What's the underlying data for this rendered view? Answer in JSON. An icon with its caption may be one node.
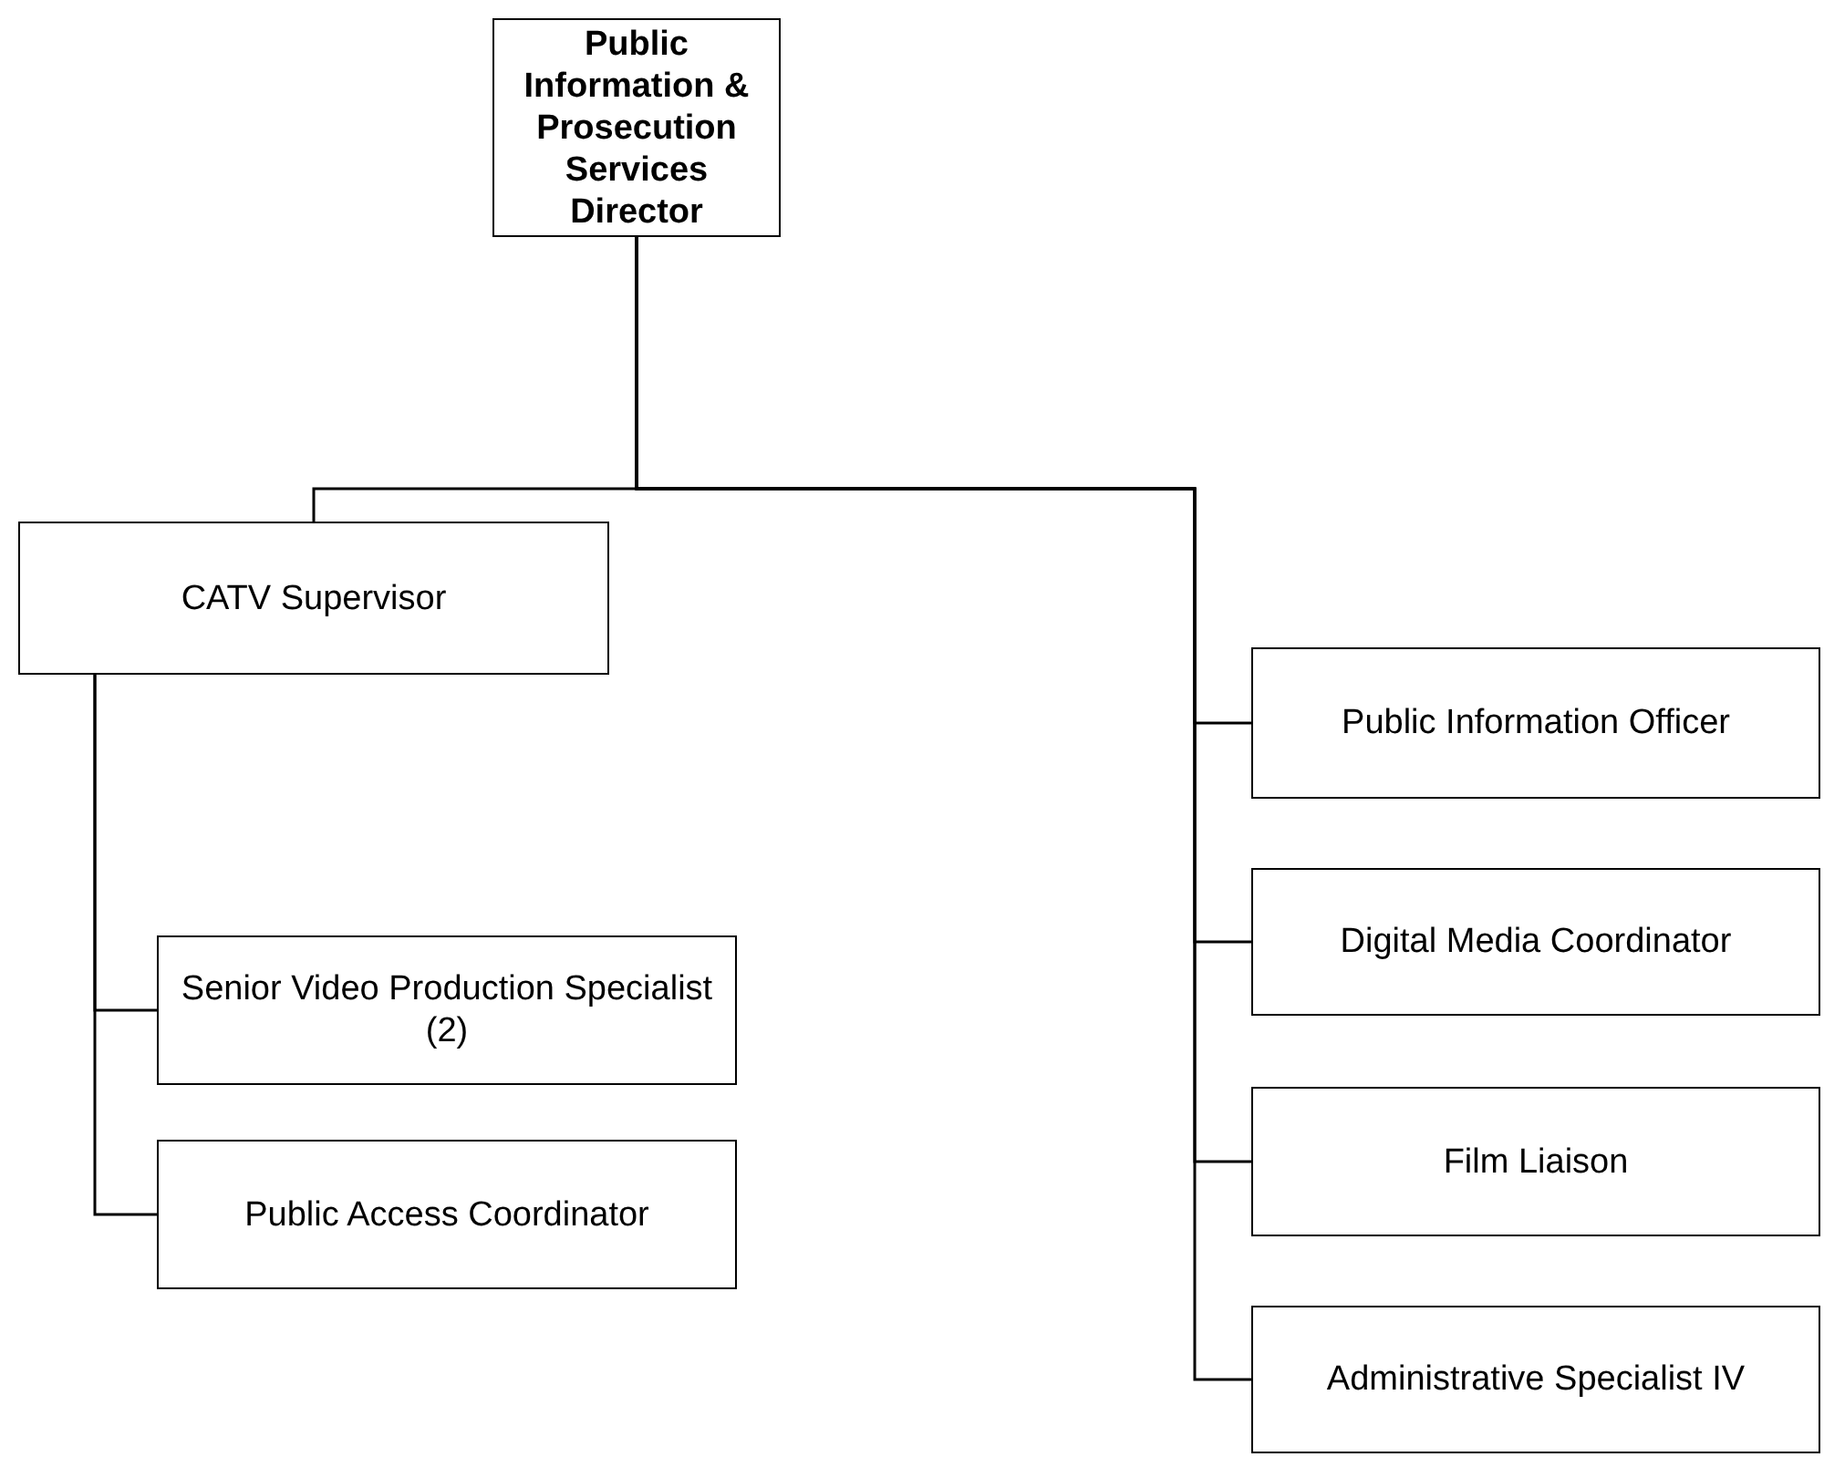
{
  "diagram": {
    "nodes": [
      {
        "text": [
          "Public Information & Prosecution Services Director"
        ]
      },
      {
        "text": [
          "CATV Supervisor"
        ]
      },
      {
        "text": [
          "Public Information Officer"
        ]
      },
      {
        "text": [
          "Digital Media Coordinator"
        ]
      },
      {
        "text": [
          "Film Liaison"
        ]
      },
      {
        "text": [
          "Administrative Specialist IV"
        ]
      },
      {
        "text": [
          "Senior Video Production Specialist (2)"
        ]
      },
      {
        "text": [
          "Public Access Coordinator"
        ]
      }
    ],
    "edges": [
      {
        "from": 0,
        "to": 1,
        "arrow": "none"
      },
      {
        "from": 0,
        "to": 2,
        "arrow": "none"
      },
      {
        "from": 0,
        "to": 3,
        "arrow": "none"
      },
      {
        "from": 0,
        "to": 4,
        "arrow": "none"
      },
      {
        "from": 0,
        "to": 5,
        "arrow": "none"
      },
      {
        "from": 1,
        "to": 6,
        "arrow": "none"
      },
      {
        "from": 1,
        "to": 7,
        "arrow": "none"
      }
    ]
  }
}
